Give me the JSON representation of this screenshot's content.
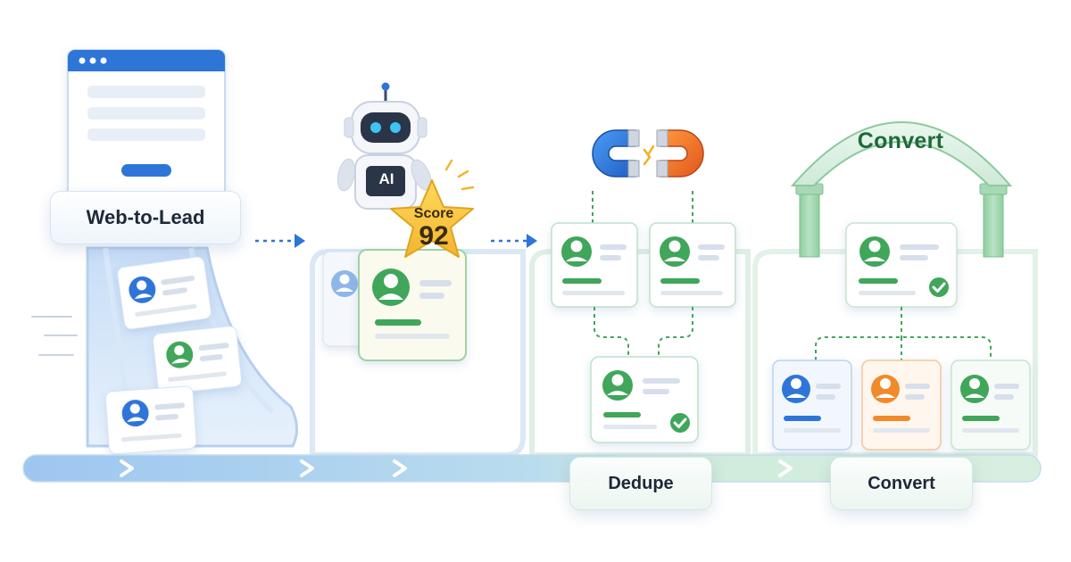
{
  "stages": {
    "web_to_lead": {
      "label": "Web-to-Lead"
    },
    "scoring": {
      "ai_badge": "AI",
      "score_label": "Score",
      "score_value": "92"
    },
    "dedupe": {
      "label": "Dedupe"
    },
    "convert": {
      "arch_label": "Convert",
      "label": "Convert"
    }
  },
  "colors": {
    "brand_blue": "#2f74d8",
    "success_green": "#3fa65a",
    "accent_orange": "#f08a2c",
    "star_yellow": "#f6c343",
    "track_blue": "#bcd7f4",
    "track_green": "#cfe9d8"
  },
  "icons": [
    "browser-window-icon",
    "robot-icon",
    "star-icon",
    "magnet-icon",
    "check-icon",
    "avatar-icon",
    "chevron-right-icon"
  ]
}
